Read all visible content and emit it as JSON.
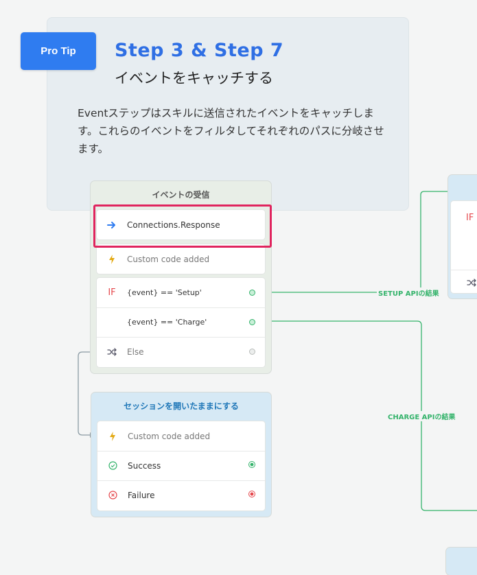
{
  "tip": {
    "badge": "Pro Tip",
    "title": "Step 3 & Step 7",
    "subtitle": "イベントをキャッチする",
    "body": "Eventステップはスキルに送信されたイベントをキャッチします。これらのイベントをフィルタしてそれぞれのパスに分岐させます。"
  },
  "event_node": {
    "header": "イベントの受信",
    "trigger": "Connections.Response",
    "code": "Custom code added",
    "conditions": [
      "{event} == 'Setup'",
      "{event} == 'Charge'"
    ],
    "if_label": "IF",
    "else_label": "Else"
  },
  "session_node": {
    "header": "セッションを開いたままにする",
    "code": "Custom code added",
    "success": "Success",
    "failure": "Failure"
  },
  "right_node": {
    "if_label": "IF"
  },
  "connections": {
    "setup": "SETUP APIの結果",
    "charge": "CHARGE APIの結果"
  },
  "colors": {
    "accent_blue": "#2f7cf0",
    "highlight_box": "#e0245e",
    "connector_green": "#34b36b",
    "connector_gray": "#8a9aa3",
    "if_red": "#e5484d",
    "lightning": "#e3a912"
  }
}
